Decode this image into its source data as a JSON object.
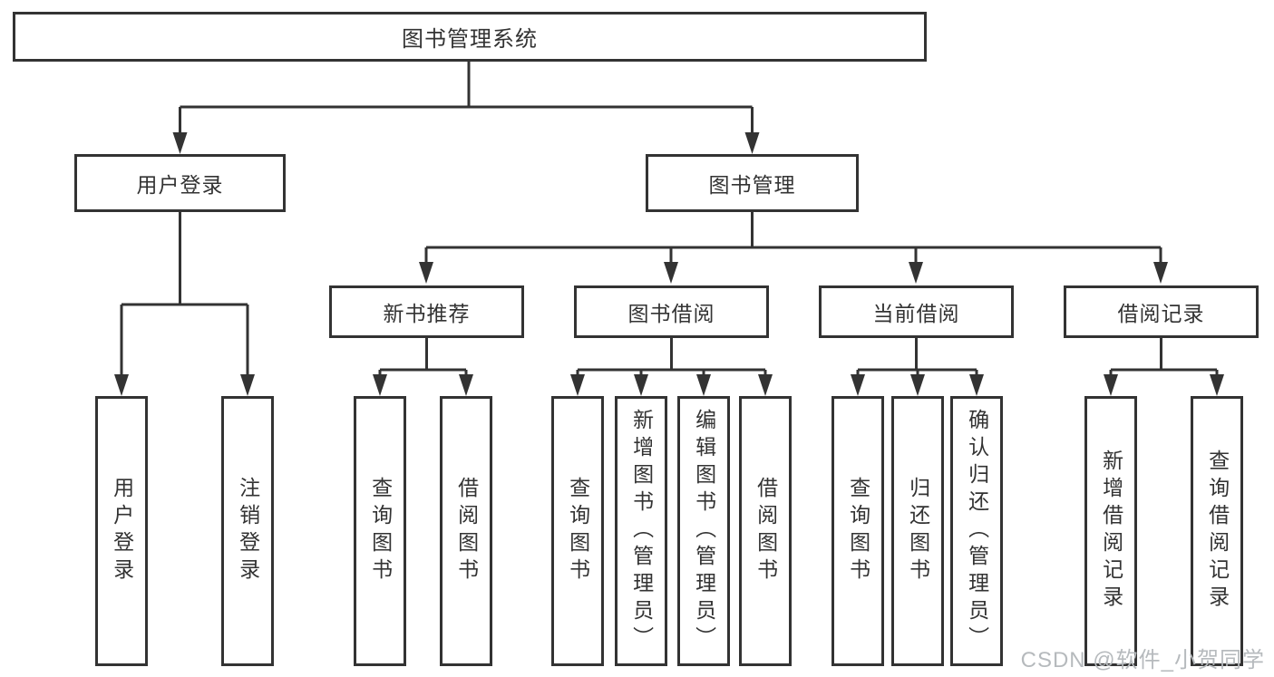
{
  "colors": {
    "line": "#333333",
    "text": "#333333",
    "watermark": "#b6babd",
    "background": "#ffffff"
  },
  "watermark": {
    "text": "CSDN @软件_小贺同学"
  },
  "tree": {
    "root": {
      "label": "图书管理系统"
    },
    "branches": [
      {
        "label": "用户登录",
        "children": [
          {
            "label": "用户登录"
          },
          {
            "label": "注销登录"
          }
        ]
      },
      {
        "label": "图书管理",
        "groups": [
          {
            "label": "新书推荐",
            "children": [
              {
                "label": "查询图书"
              },
              {
                "label": "借阅图书"
              }
            ]
          },
          {
            "label": "图书借阅",
            "children": [
              {
                "label": "查询图书"
              },
              {
                "label": "新增图书（管理员）"
              },
              {
                "label": "编辑图书（管理员）"
              },
              {
                "label": "借阅图书"
              }
            ]
          },
          {
            "label": "当前借阅",
            "children": [
              {
                "label": "查询图书"
              },
              {
                "label": "归还图书"
              },
              {
                "label": "确认归还（管理员）"
              }
            ]
          },
          {
            "label": "借阅记录",
            "children": [
              {
                "label": "新增借阅记录"
              },
              {
                "label": "查询借阅记录"
              }
            ]
          }
        ]
      }
    ]
  }
}
